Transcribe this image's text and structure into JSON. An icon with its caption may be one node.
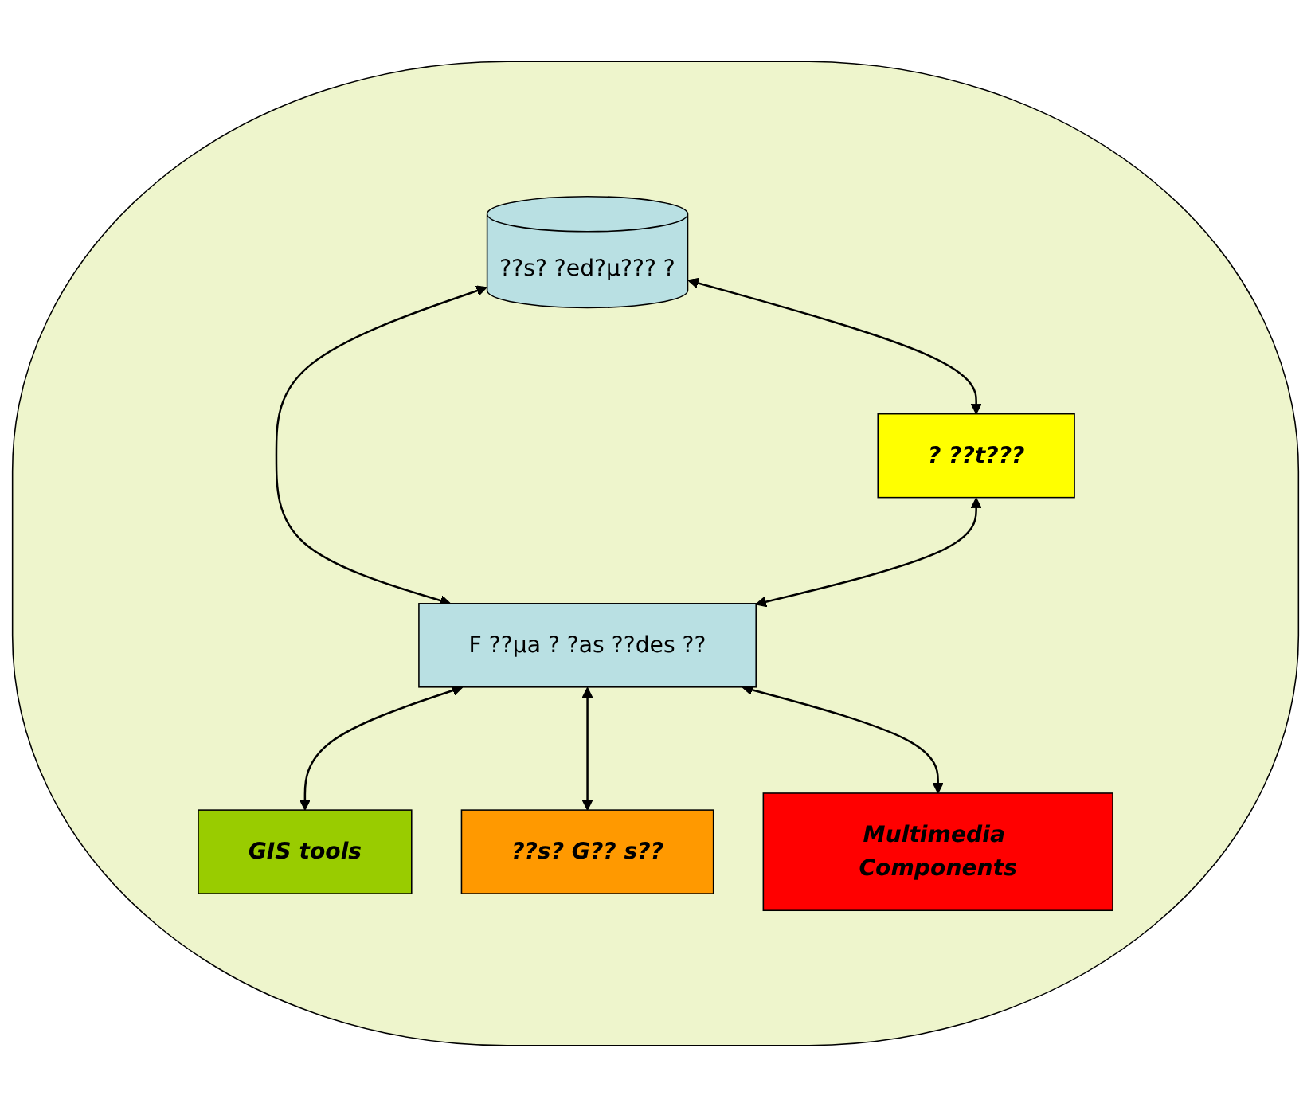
{
  "diagram": {
    "nodes": [
      {
        "text": [],
        "shape": "ellipse"
      },
      {
        "text": [
          "??s? ?ed?µ??? ?"
        ],
        "in": 0
      },
      {
        "text": [
          "? ??t???"
        ],
        "in": 0
      },
      {
        "text": [
          "F ??µa ? ?as ??des ??"
        ],
        "in": 0
      },
      {
        "text": [
          "GIS tools"
        ],
        "in": 0
      },
      {
        "text": [
          "??s? G?? s??"
        ],
        "in": 0
      },
      {
        "text": [
          "Multimedia Components"
        ],
        "in": 0
      }
    ],
    "edges": [
      {
        "from": 1,
        "to": 2,
        "arrow": "both"
      },
      {
        "from": 1,
        "to": 3,
        "arrow": "both"
      },
      {
        "from": 2,
        "to": 3,
        "arrow": "both"
      },
      {
        "from": 3,
        "to": 4,
        "arrow": "both"
      },
      {
        "from": 3,
        "to": 5,
        "arrow": "both"
      },
      {
        "from": 3,
        "to": 6,
        "arrow": "both"
      }
    ]
  }
}
